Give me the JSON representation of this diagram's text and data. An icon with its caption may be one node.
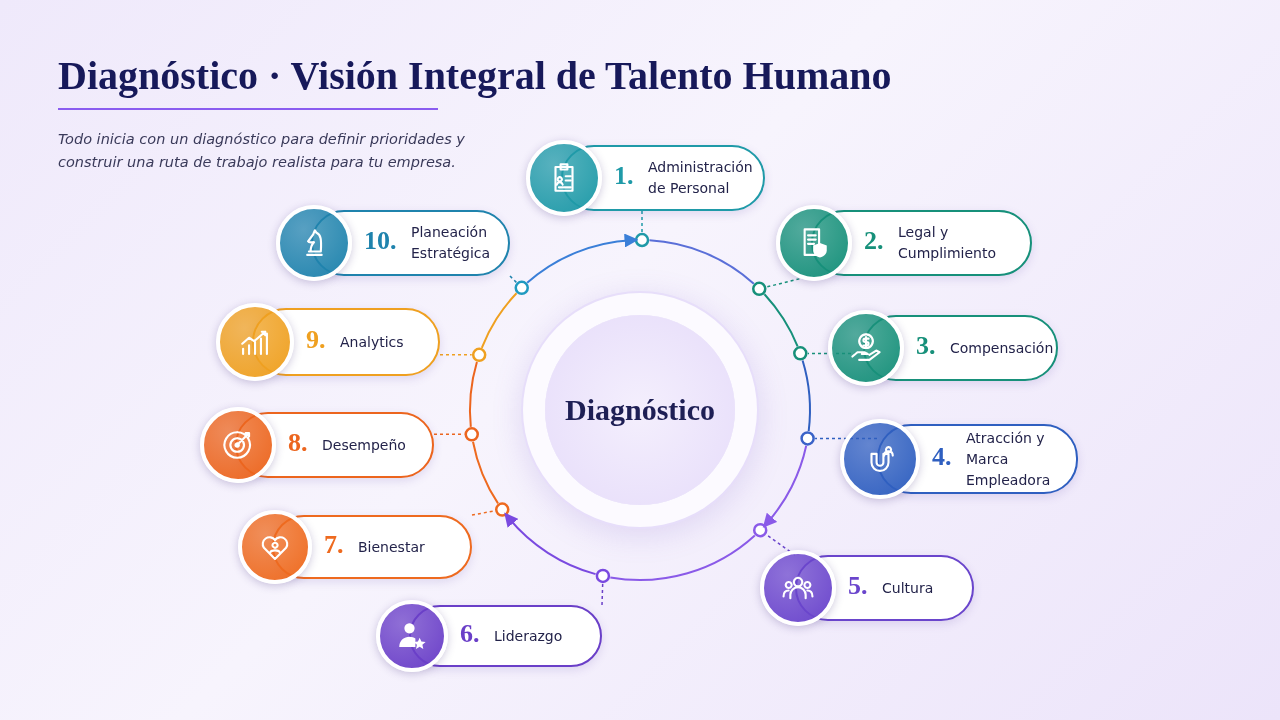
{
  "diagram": {
    "title": "Diagnóstico · Visión Integral de Talento Humano",
    "nodes": [
      {
        "text": [
          "Diagnóstico"
        ]
      },
      {
        "text": [
          "1.",
          "Administración de Personal"
        ]
      },
      {
        "text": [
          "2.",
          "Legal y Cumplimiento"
        ]
      },
      {
        "text": [
          "3.",
          "Compensación"
        ]
      },
      {
        "text": [
          "4.",
          "Atracción y Marca Empleadora"
        ]
      },
      {
        "text": [
          "5.",
          "Cultura"
        ]
      },
      {
        "text": [
          "6.",
          "Liderazgo"
        ]
      },
      {
        "text": [
          "7.",
          "Bienestar"
        ]
      },
      {
        "text": [
          "8.",
          "Desempeño"
        ]
      },
      {
        "text": [
          "9.",
          "Analytics"
        ]
      },
      {
        "text": [
          "10.",
          "Planeación Estratégica"
        ]
      },
      {
        "text": [],
        "shape": "circle"
      },
      {
        "text": [],
        "shape": "circle"
      },
      {
        "text": [],
        "shape": "circle"
      },
      {
        "text": [],
        "shape": "circle"
      },
      {
        "text": [],
        "shape": "circle"
      },
      {
        "text": [],
        "shape": "circle"
      },
      {
        "text": [],
        "shape": "circle"
      },
      {
        "text": [],
        "shape": "circle"
      },
      {
        "text": [],
        "shape": "circle"
      },
      {
        "text": [],
        "shape": "circle"
      }
    ],
    "edges": [
      {
        "from": 1,
        "to": 11,
        "arrow": "none",
        "style": "dashed",
        "color": "#1f9aa8"
      },
      {
        "from": 2,
        "to": 12,
        "arrow": "none",
        "style": "dashed",
        "color": "#16907a"
      },
      {
        "from": 3,
        "to": 13,
        "arrow": "none",
        "style": "dashed",
        "color": "#17907a"
      },
      {
        "from": 4,
        "to": 14,
        "arrow": "none",
        "style": "dashed",
        "color": "#2f5fc0"
      },
      {
        "from": 5,
        "to": 15,
        "arrow": "none",
        "style": "dashed",
        "color": "#6a45cc"
      },
      {
        "from": 6,
        "to": 16,
        "arrow": "none",
        "style": "dashed",
        "color": "#6a3fc8"
      },
      {
        "from": 7,
        "to": 17,
        "arrow": "none",
        "style": "dashed",
        "color": "#ee6a1f"
      },
      {
        "from": 8,
        "to": 18,
        "arrow": "none",
        "style": "dashed",
        "color": "#ec651e"
      },
      {
        "from": 9,
        "to": 19,
        "arrow": "none",
        "style": "dashed",
        "color": "#efa020"
      },
      {
        "from": 10,
        "to": 20,
        "arrow": "none",
        "style": "dashed",
        "color": "#1f83ad"
      },
      {
        "from": 11,
        "to": 12,
        "arrow": "none",
        "color": "#5a6fd8"
      },
      {
        "from": 12,
        "to": 13,
        "arrow": "none",
        "color": "#16907a"
      },
      {
        "from": 13,
        "to": 14,
        "arrow": "none",
        "color": "#2f5fc0"
      },
      {
        "from": 14,
        "to": 15,
        "arrow": "to",
        "color": "#8a5ae8"
      },
      {
        "from": 15,
        "to": 16,
        "arrow": "none",
        "color": "#8a5ae8"
      },
      {
        "from": 16,
        "to": 17,
        "arrow": "to",
        "color": "#7a4ae0"
      },
      {
        "from": 17,
        "to": 18,
        "arrow": "none",
        "color": "#ee6a1f"
      },
      {
        "from": 18,
        "to": 19,
        "arrow": "none",
        "color": "#ec651e"
      },
      {
        "from": 19,
        "to": 20,
        "arrow": "none",
        "color": "#efa020"
      },
      {
        "from": 20,
        "to": 11,
        "arrow": "to",
        "color": "#3a7fd8"
      }
    ],
    "labels": [
      "Todo inicia con un diagnóstico para definir prioridades y construir una ruta de trabajo realista para tu empresa."
    ]
  }
}
